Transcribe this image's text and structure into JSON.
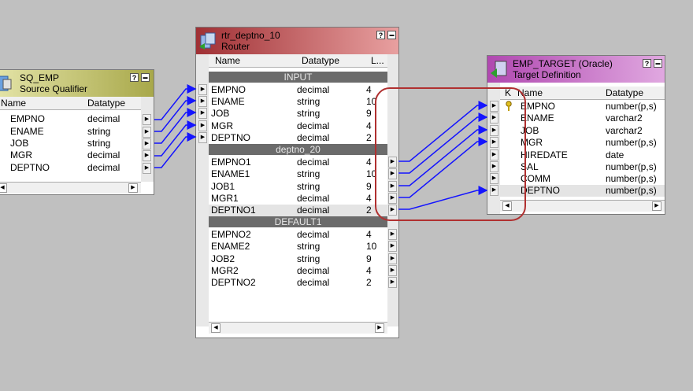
{
  "sq_emp": {
    "title": "SQ_EMP",
    "subtitle": "Source Qualifier",
    "columns": [
      "Name",
      "Datatype"
    ],
    "rows": [
      [
        "EMPNO",
        "decimal"
      ],
      [
        "ENAME",
        "string"
      ],
      [
        "JOB",
        "string"
      ],
      [
        "MGR",
        "decimal"
      ],
      [
        "DEPTNO",
        "decimal"
      ]
    ]
  },
  "router": {
    "title": "rtr_deptno_10",
    "subtitle": "Router",
    "columns": [
      "Name",
      "Datatype",
      "L..."
    ],
    "groups": [
      {
        "name": "INPUT",
        "rows": [
          [
            "EMPNO",
            "decimal",
            "4"
          ],
          [
            "ENAME",
            "string",
            "10"
          ],
          [
            "JOB",
            "string",
            "9"
          ],
          [
            "MGR",
            "decimal",
            "4"
          ],
          [
            "DEPTNO",
            "decimal",
            "2"
          ]
        ]
      },
      {
        "name": "deptno_20",
        "rows": [
          [
            "EMPNO1",
            "decimal",
            "4"
          ],
          [
            "ENAME1",
            "string",
            "10"
          ],
          [
            "JOB1",
            "string",
            "9"
          ],
          [
            "MGR1",
            "decimal",
            "4"
          ],
          [
            "DEPTNO1",
            "decimal",
            "2"
          ]
        ]
      },
      {
        "name": "DEFAULT1",
        "rows": [
          [
            "EMPNO2",
            "decimal",
            "4"
          ],
          [
            "ENAME2",
            "string",
            "10"
          ],
          [
            "JOB2",
            "string",
            "9"
          ],
          [
            "MGR2",
            "decimal",
            "4"
          ],
          [
            "DEPTNO2",
            "decimal",
            "2"
          ]
        ]
      }
    ]
  },
  "target": {
    "title": "EMP_TARGET (Oracle)",
    "subtitle": "Target Definition",
    "columns": [
      "K",
      "Name",
      "Datatype"
    ],
    "rows": [
      [
        "EMPNO",
        "number(p,s)"
      ],
      [
        "ENAME",
        "varchar2"
      ],
      [
        "JOB",
        "varchar2"
      ],
      [
        "MGR",
        "number(p,s)"
      ],
      [
        "HIREDATE",
        "date"
      ],
      [
        "SAL",
        "number(p,s)"
      ],
      [
        "COMM",
        "number(p,s)"
      ],
      [
        "DEPTNO",
        "number(p,s)"
      ]
    ]
  },
  "window_buttons": {
    "help": "?",
    "minimize": "▬"
  },
  "colors": {
    "link": "#1414ff",
    "highlight": "#b03030",
    "sq_title": "#a8a84a",
    "router_title": "#a03034",
    "target_title": "#b048b0"
  },
  "icons": {
    "sq": "source-qualifier-icon",
    "router": "router-icon",
    "target": "target-definition-icon",
    "key": "primary-key-icon"
  }
}
